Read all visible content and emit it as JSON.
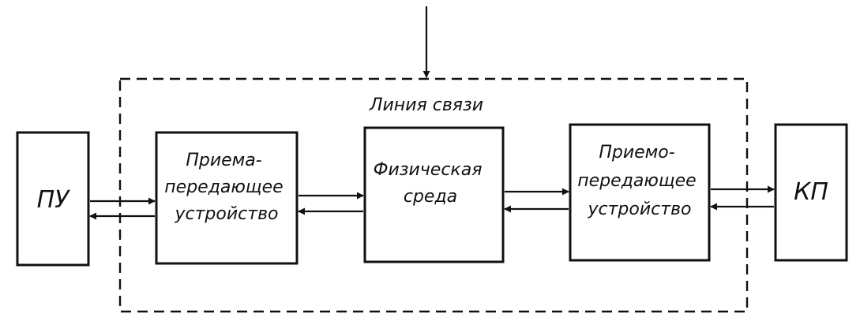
{
  "boundary": {
    "label": "Линия связи"
  },
  "blocks": {
    "pu": {
      "label": "ПУ"
    },
    "transceiver_left": {
      "lines": [
        "Приема-",
        "передающее",
        "устройство"
      ]
    },
    "medium": {
      "lines": [
        "Физическая",
        "среда"
      ]
    },
    "transceiver_right": {
      "lines": [
        "Приемо-",
        "передающее",
        "устройство"
      ]
    },
    "kp": {
      "label": "КП"
    }
  }
}
